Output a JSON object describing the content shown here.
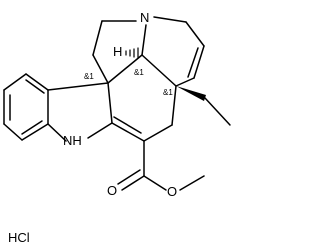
{
  "molecule": {
    "atoms": {
      "n_amine": "N",
      "nh_indoline": "NH",
      "h_stereo": "H",
      "o_carbonyl": "O",
      "o_ester": "O"
    },
    "stereo_labels": {
      "c_upper_left": "&1",
      "c_spiro": "&1",
      "c_quaternary": "&1"
    },
    "salt": "HCl"
  }
}
